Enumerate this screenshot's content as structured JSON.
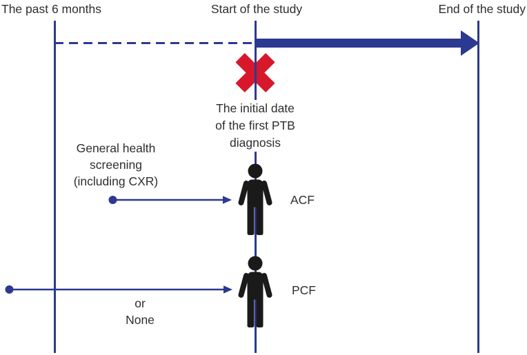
{
  "colors": {
    "line": "#2b3990",
    "cross": "#d7182b",
    "person": "#1a1a1a",
    "text": "#2e2e2e"
  },
  "timeline": {
    "past_label": "The past 6 months",
    "start_label": "Start of the study",
    "end_label": "End of the study"
  },
  "annotations": {
    "diagnosis": "The initial date\nof the first PTB\ndiagnosis",
    "screening": "General health\nscreening\n(including CXR)",
    "or_none": "or\nNone",
    "acf_label": "ACF",
    "pcf_label": "PCF"
  },
  "icons": {
    "cross": "red-x-mark",
    "person": "person-silhouette",
    "study_arrow": "thick-right-arrow",
    "flow_arrow": "dot-to-arrowhead-line"
  }
}
